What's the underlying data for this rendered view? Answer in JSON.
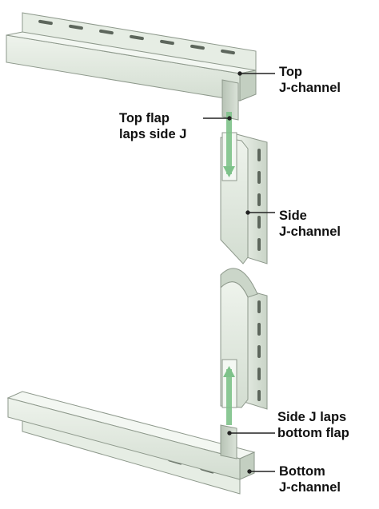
{
  "colors": {
    "vinyl_face": "#dfe7dd",
    "vinyl_light": "#eef3ec",
    "vinyl_shade": "#c3cfc1",
    "vinyl_edge": "#8e998c",
    "slot": "#5d665c",
    "arrow_green": "#7ec28a",
    "leader": "#222222",
    "text": "#111111"
  },
  "labels": {
    "top_jchannel": [
      "Top",
      "J-channel"
    ],
    "top_flap": [
      "Top flap",
      "laps side J"
    ],
    "side_jchannel": [
      "Side",
      "J-channel"
    ],
    "side_j_laps": [
      "Side J laps",
      "bottom flap"
    ],
    "bottom_jchannel": [
      "Bottom",
      "J-channel"
    ]
  },
  "icons": {
    "flow_down": "arrow-down-icon",
    "flow_up": "arrow-up-icon"
  }
}
